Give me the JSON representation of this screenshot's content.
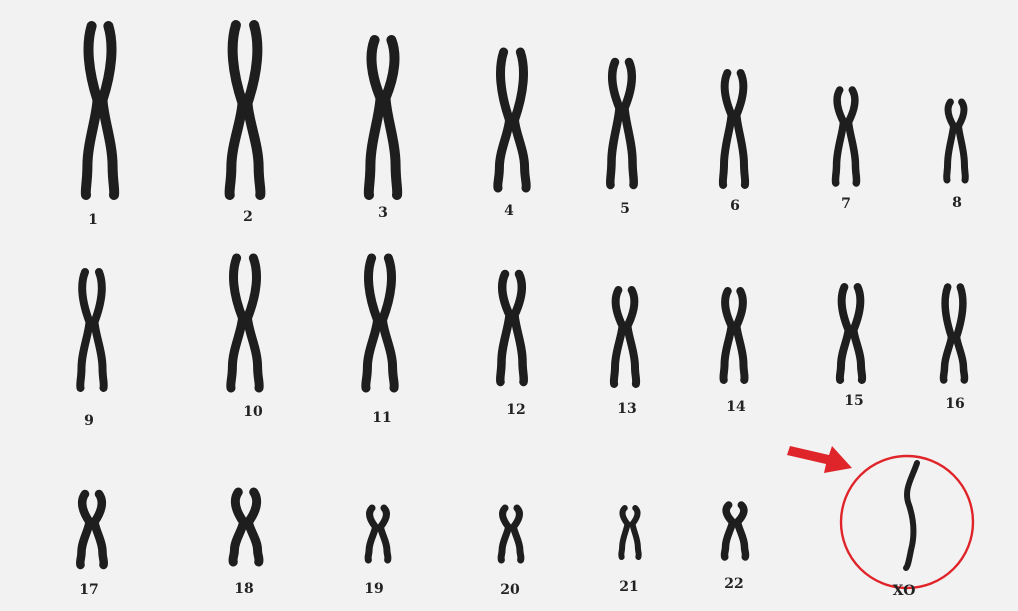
{
  "karyotype": {
    "chromosomes": [
      {
        "label": "1"
      },
      {
        "label": "2"
      },
      {
        "label": "3"
      },
      {
        "label": "4"
      },
      {
        "label": "5"
      },
      {
        "label": "6"
      },
      {
        "label": "7"
      },
      {
        "label": "8"
      },
      {
        "label": "9"
      },
      {
        "label": "10"
      },
      {
        "label": "11"
      },
      {
        "label": "12"
      },
      {
        "label": "13"
      },
      {
        "label": "14"
      },
      {
        "label": "15"
      },
      {
        "label": "16"
      },
      {
        "label": "17"
      },
      {
        "label": "18"
      },
      {
        "label": "19"
      },
      {
        "label": "20"
      },
      {
        "label": "21"
      },
      {
        "label": "22"
      }
    ],
    "sex_chromosome": {
      "label": "XO"
    }
  },
  "colors": {
    "background": "#f2f2f2",
    "chromosome": "#1e1e1e",
    "highlight": "#e0252a"
  },
  "icons": {
    "arrow": "red-arrow-icon",
    "circle": "highlight-circle"
  }
}
